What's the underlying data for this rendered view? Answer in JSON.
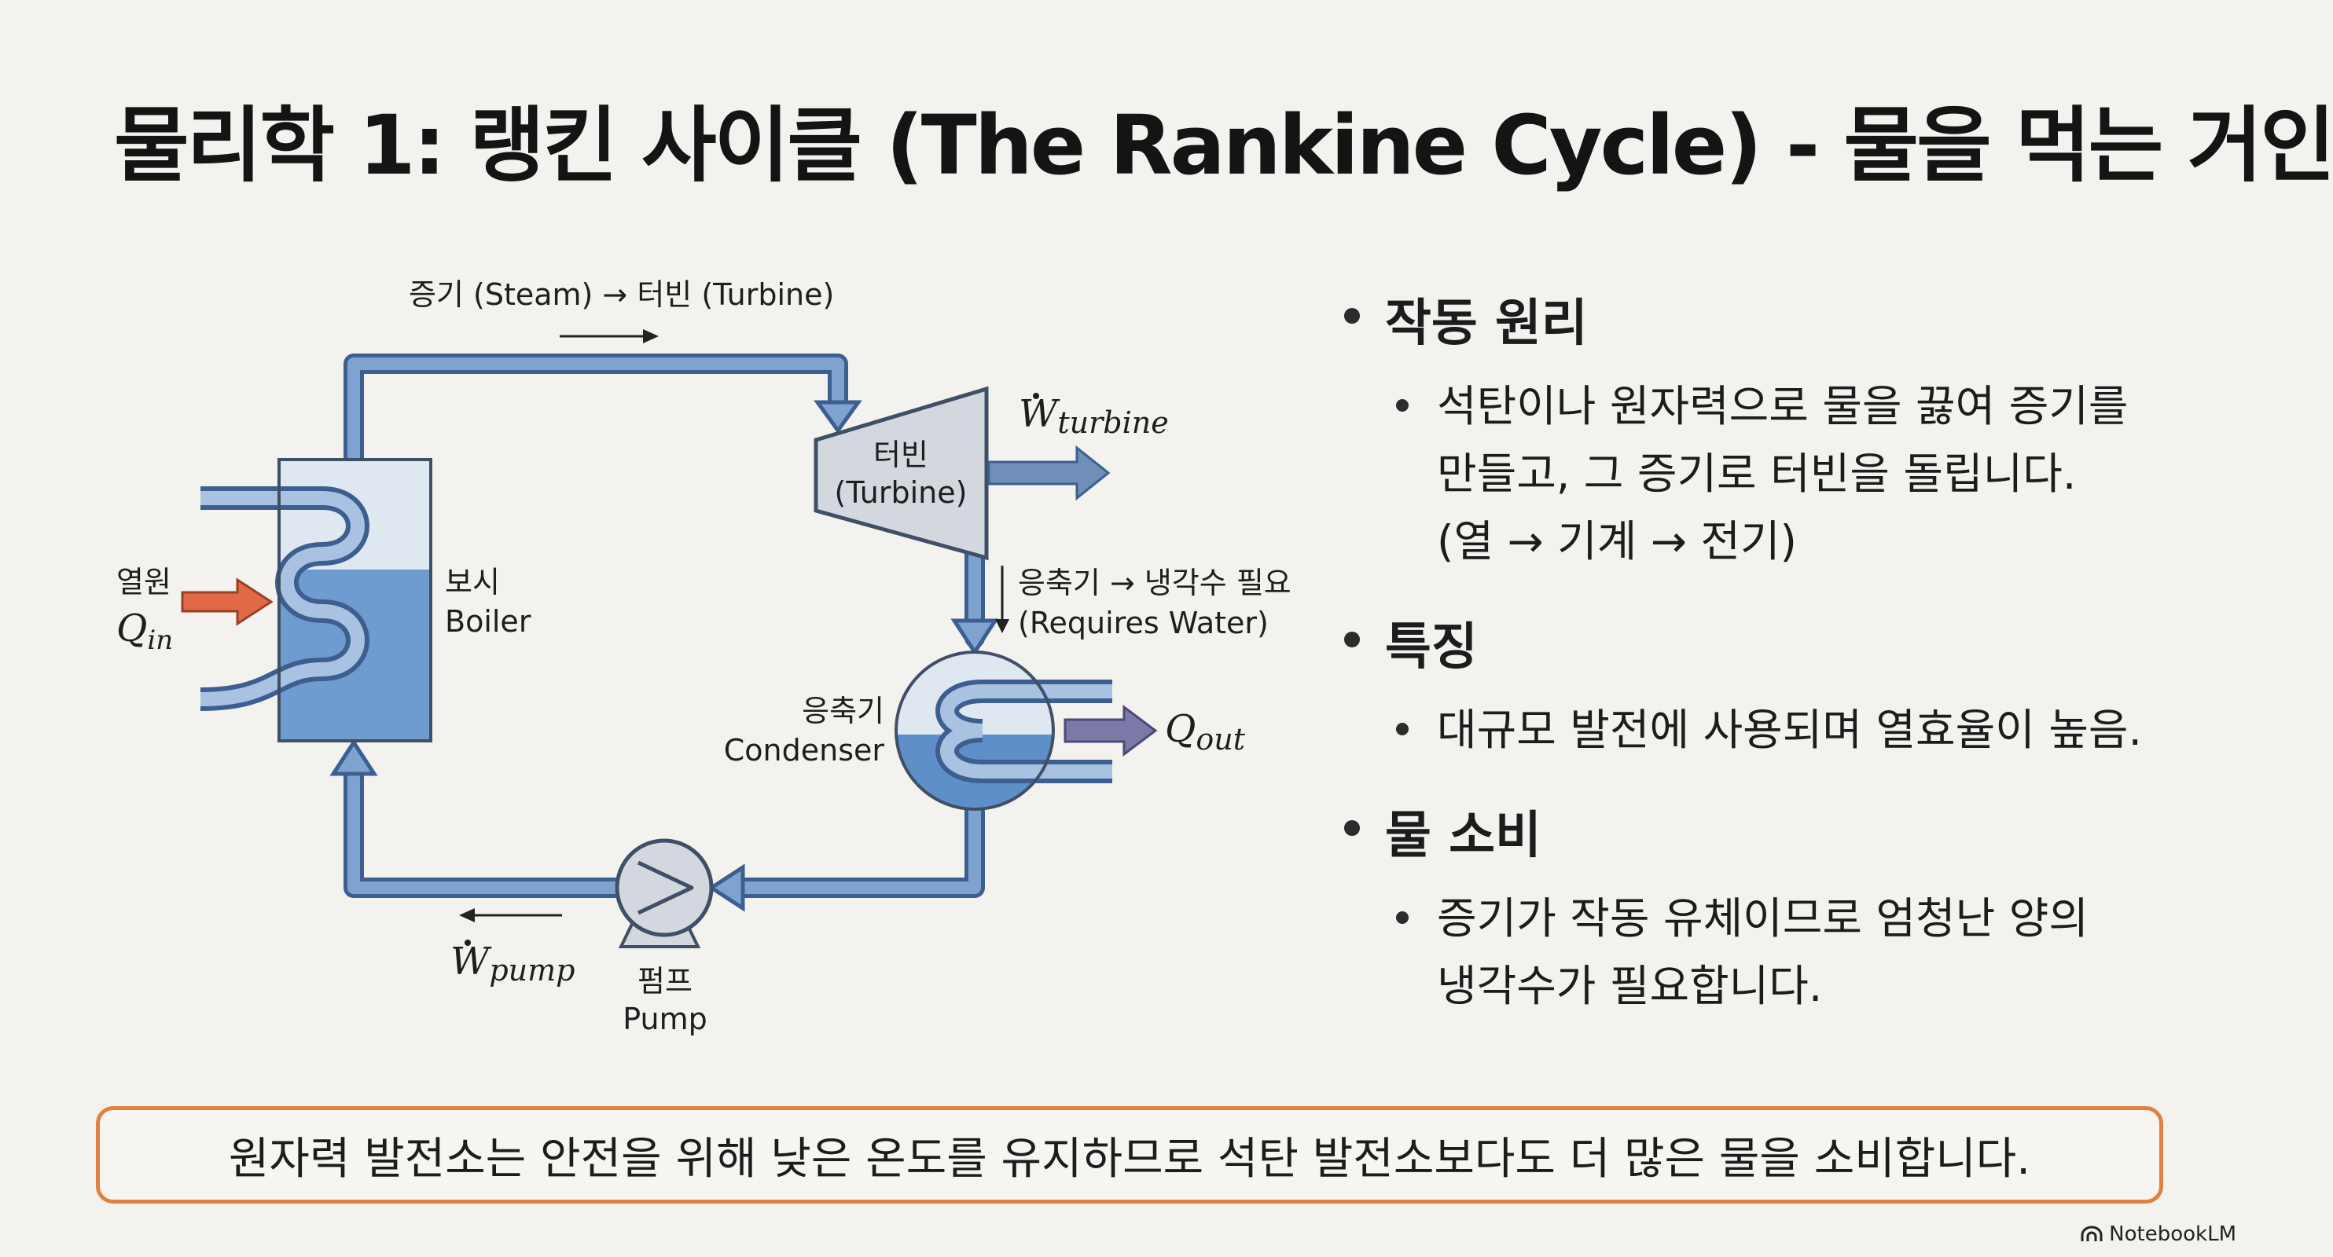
{
  "title": "물리학 1: 랭킨 사이클 (The Rankine Cycle) - 물을 먹는 거인",
  "diagram": {
    "steam_flow": "증기 (Steam) → 터빈 (Turbine)",
    "turbine_ko": "터빈",
    "turbine_en": "(Turbine)",
    "w_turbine_sub": "turbine",
    "heat_source_ko": "열원",
    "q_in_sub": "in",
    "boiler_ko": "보시",
    "boiler_en": "Boiler",
    "condenser_need_ko": "응축기 → 냉각수 필요",
    "condenser_need_en": "(Requires Water)",
    "condenser_ko": "응축기",
    "condenser_en": "Condenser",
    "q_out_sub": "out",
    "w_pump_sub": "pump",
    "pump_ko": "펌프",
    "pump_en": "Pump",
    "w_symbol": "W",
    "q_symbol": "Q",
    "colors": {
      "pipe": "#6f95c6",
      "pipe_dark": "#3d5f90",
      "water": "#5f8fc8",
      "heat_arrow": "#e06a45",
      "qout_arrow": "#7b7aa6",
      "accent": "#e0823f"
    }
  },
  "bullets": [
    {
      "heading": "작동 원리",
      "lines": [
        "석탄이나 원자력으로 물을 끓여 증기를",
        "만들고, 그 증기로 터빈을 돌립니다.",
        "(열 → 기계 → 전기)"
      ]
    },
    {
      "heading": "특징",
      "lines": [
        "대규모 발전에 사용되며 열효율이 높음."
      ]
    },
    {
      "heading": "물 소비",
      "lines": [
        "증기가 작동 유체이므로 엄청난 양의",
        "냉각수가 필요합니다."
      ]
    }
  ],
  "callout": "원자력 발전소는 안전을 위해 낮은 온도를 유지하므로 석탄 발전소보다도 더 많은 물을 소비합니다.",
  "brand": "NotebookLM"
}
